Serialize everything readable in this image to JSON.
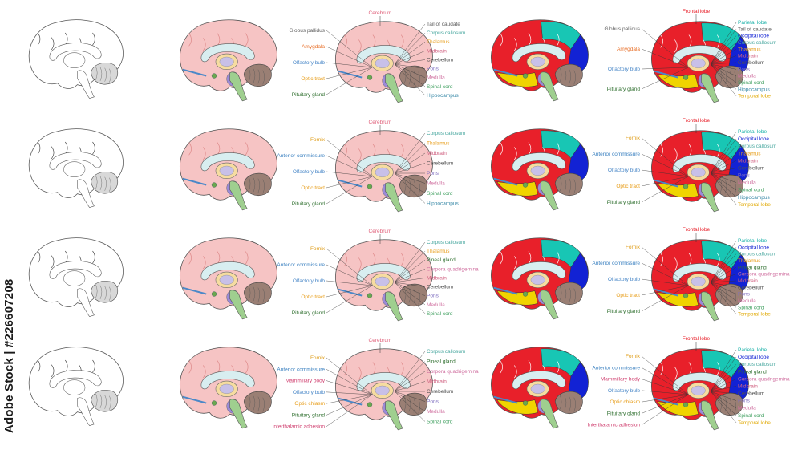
{
  "watermark": {
    "text": "Adobe Stock | #226607208"
  },
  "colors": {
    "frontal": "#e8202a",
    "parietal": "#18c6b4",
    "occipital": "#1222d4",
    "temporal": "#f0d400",
    "cortex_pink": "#f6c4c4",
    "cerebellum": "#9a7f74",
    "pons": "#9b8ad8",
    "thalamus": "#f6dca0",
    "stem": "#6aa84f"
  },
  "labels": {
    "cerebrum": "Cerebrum",
    "globus_pallidus": "Globus pallidus",
    "tail_of_caudate": "Tail of caudate",
    "corpus_callosum": "Corpus callosum",
    "amygdala": "Amygdala",
    "thalamus": "Thalamus",
    "olfactory_bulb": "Olfactory bulb",
    "midbrain": "Midbrain",
    "optic_tract": "Optic tract",
    "cerebellum": "Cerebellum",
    "pons": "Pons",
    "medulla": "Medulla",
    "pituitary_gland": "Pituitary gland",
    "spinal_cord": "Spinal cord",
    "hippocampus": "Hippocampus",
    "fornix": "Fornix",
    "anterior_commissure": "Anterior commissure",
    "pineal_gland": "Pineal gland",
    "corpora_quadrigemina": "Corpora quadrigemina",
    "mammillary_body": "Mammillary body",
    "optic_chiasm": "Optic chiasm",
    "interthalamic_adhesion": "Interthalamic adhesion",
    "frontal_lobe": "Frontal lobe",
    "parietal_lobe": "Parietal lobe",
    "occipital_lobe": "Occipital lobe",
    "temporal_lobe": "Temporal lobe"
  },
  "label_colors": {
    "cerebrum": "#e0607a",
    "globus_pallidus": "#606060",
    "tail_of_caudate": "#606060",
    "corpus_callosum": "#4aa8a0",
    "amygdala": "#e8702a",
    "thalamus": "#e8a020",
    "olfactory_bulb": "#4a88c8",
    "midbrain": "#d06080",
    "optic_tract": "#e8a020",
    "cerebellum": "#505050",
    "pons": "#8070c0",
    "medulla": "#d070a0",
    "pituitary_gland": "#307030",
    "spinal_cord": "#40a060",
    "hippocampus": "#3a8aa8",
    "fornix": "#e0a020",
    "anterior_commissure": "#3a80c0",
    "pineal_gland": "#307030",
    "corpora_quadrigemina": "#d070a0",
    "mammillary_body": "#d04070",
    "optic_chiasm": "#e8a020",
    "interthalamic_adhesion": "#d04070",
    "frontal_lobe": "#e8202a",
    "parietal_lobe": "#18b0a8",
    "occipital_lobe": "#1222d4",
    "temporal_lobe": "#e0a800"
  },
  "rows": [
    {
      "left": [
        "cerebrum",
        "globus_pallidus",
        "tail_of_caudate",
        "corpus_callosum",
        "amygdala",
        "thalamus",
        "olfactory_bulb",
        "midbrain",
        "optic_tract",
        "cerebellum",
        "pons",
        "medulla",
        "pituitary_gland",
        "spinal_cord",
        "hippocampus"
      ],
      "right": [
        "frontal_lobe",
        "parietal_lobe",
        "globus_pallidus",
        "tail_of_caudate",
        "occipital_lobe",
        "corpus_callosum",
        "amygdala",
        "thalamus",
        "olfactory_bulb",
        "midbrain",
        "cerebellum",
        "pons",
        "medulla",
        "pituitary_gland",
        "spinal_cord",
        "hippocampus",
        "temporal_lobe"
      ]
    },
    {
      "left": [
        "cerebrum",
        "fornix",
        "corpus_callosum",
        "anterior_commissure",
        "thalamus",
        "midbrain",
        "olfactory_bulb",
        "cerebellum",
        "optic_tract",
        "pons",
        "medulla",
        "pituitary_gland",
        "spinal_cord",
        "hippocampus"
      ],
      "right": [
        "frontal_lobe",
        "parietal_lobe",
        "fornix",
        "occipital_lobe",
        "corpus_callosum",
        "anterior_commissure",
        "thalamus",
        "midbrain",
        "olfactory_bulb",
        "cerebellum",
        "optic_tract",
        "pons",
        "medulla",
        "pituitary_gland",
        "spinal_cord",
        "hippocampus",
        "temporal_lobe"
      ]
    },
    {
      "left": [
        "cerebrum",
        "fornix",
        "corpus_callosum",
        "anterior_commissure",
        "thalamus",
        "pineal_gland",
        "corpora_quadrigemina",
        "midbrain",
        "olfactory_bulb",
        "cerebellum",
        "pons",
        "optic_tract",
        "medulla",
        "pituitary_gland",
        "spinal_cord"
      ],
      "right": [
        "frontal_lobe",
        "parietal_lobe",
        "fornix",
        "occipital_lobe",
        "corpus_callosum",
        "anterior_commissure",
        "thalamus",
        "pineal_gland",
        "corpora_quadrigemina",
        "midbrain",
        "olfactory_bulb",
        "cerebellum",
        "pons",
        "optic_tract",
        "medulla",
        "pituitary_gland",
        "spinal_cord",
        "temporal_lobe"
      ]
    },
    {
      "left": [
        "cerebrum",
        "fornix",
        "corpus_callosum",
        "anterior_commissure",
        "pineal_gland",
        "mammillary_body",
        "corpora_quadrigemina",
        "olfactory_bulb",
        "midbrain",
        "cerebellum",
        "pons",
        "optic_chiasm",
        "medulla",
        "spinal_cord",
        "pituitary_gland",
        "interthalamic_adhesion"
      ],
      "right": [
        "frontal_lobe",
        "parietal_lobe",
        "fornix",
        "occipital_lobe",
        "corpus_callosum",
        "anterior_commissure",
        "pineal_gland",
        "mammillary_body",
        "corpora_quadrigemina",
        "olfactory_bulb",
        "midbrain",
        "cerebellum",
        "pons",
        "optic_chiasm",
        "medulla",
        "spinal_cord",
        "pituitary_gland",
        "temporal_lobe",
        "interthalamic_adhesion"
      ]
    }
  ]
}
